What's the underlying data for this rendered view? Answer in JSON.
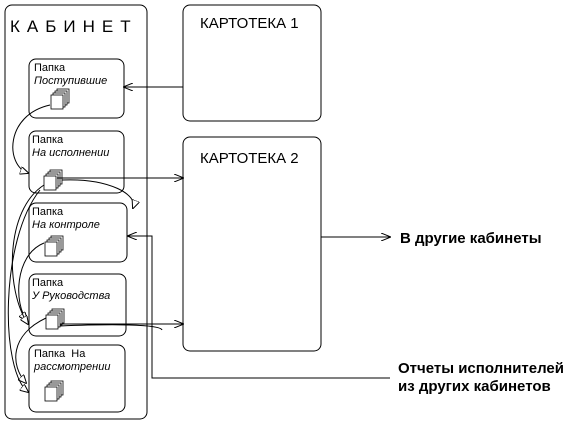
{
  "cabinet": {
    "title": "КАБИНЕТ",
    "folders": [
      {
        "line1": "Папка",
        "line2": "Поступившие"
      },
      {
        "line1": "Папка",
        "line2": "На исполнении"
      },
      {
        "line1": "Папка",
        "line2": "На контроле"
      },
      {
        "line1": "Папка",
        "line2": "У Руководства"
      },
      {
        "line1": "Папка  На",
        "line2": "рассмотрении"
      }
    ]
  },
  "card_files": [
    {
      "title": "КАРТОТЕКА 1"
    },
    {
      "title": "КАРТОТЕКА 2"
    }
  ],
  "outputs": {
    "to_other_cabinets": "В другие кабинеты",
    "reports_line1": "Отчеты исполнителей",
    "reports_line2": "из других кабинетов"
  }
}
